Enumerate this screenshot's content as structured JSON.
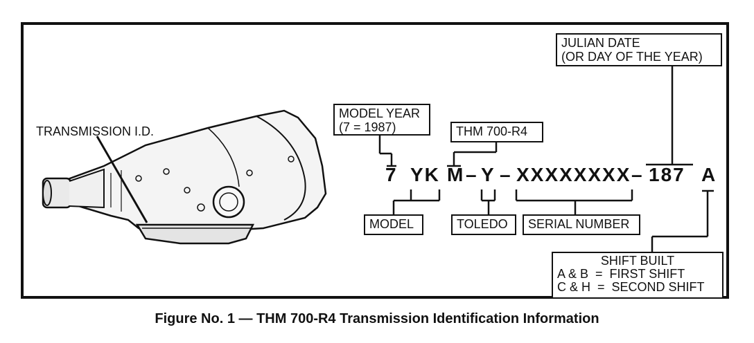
{
  "transmission_label": "TRANSMISSION I.D.",
  "model_year": {
    "line1": "MODEL YEAR",
    "line2": "(7 = 1987)"
  },
  "thm_label": "THM 700-R4",
  "julian": {
    "line1": "JULIAN DATE",
    "line2": "(OR DAY OF THE YEAR)"
  },
  "code": {
    "year": "7",
    "model": "YK",
    "m": "M",
    "dash1": "–",
    "y": "Y",
    "dash2": "–",
    "serial": "XXXXXXXX",
    "dash3": "–",
    "julian": "187",
    "shift": "A"
  },
  "model_label": "MODEL",
  "toledo_label": "TOLEDO",
  "serial_label": "SERIAL NUMBER",
  "shift_built": {
    "title": "SHIFT BUILT",
    "line1": "A & B  =  FIRST SHIFT",
    "line2": "C & H  =  SECOND SHIFT"
  },
  "caption": "Figure No. 1 — THM 700-R4 Transmission Identification Information"
}
